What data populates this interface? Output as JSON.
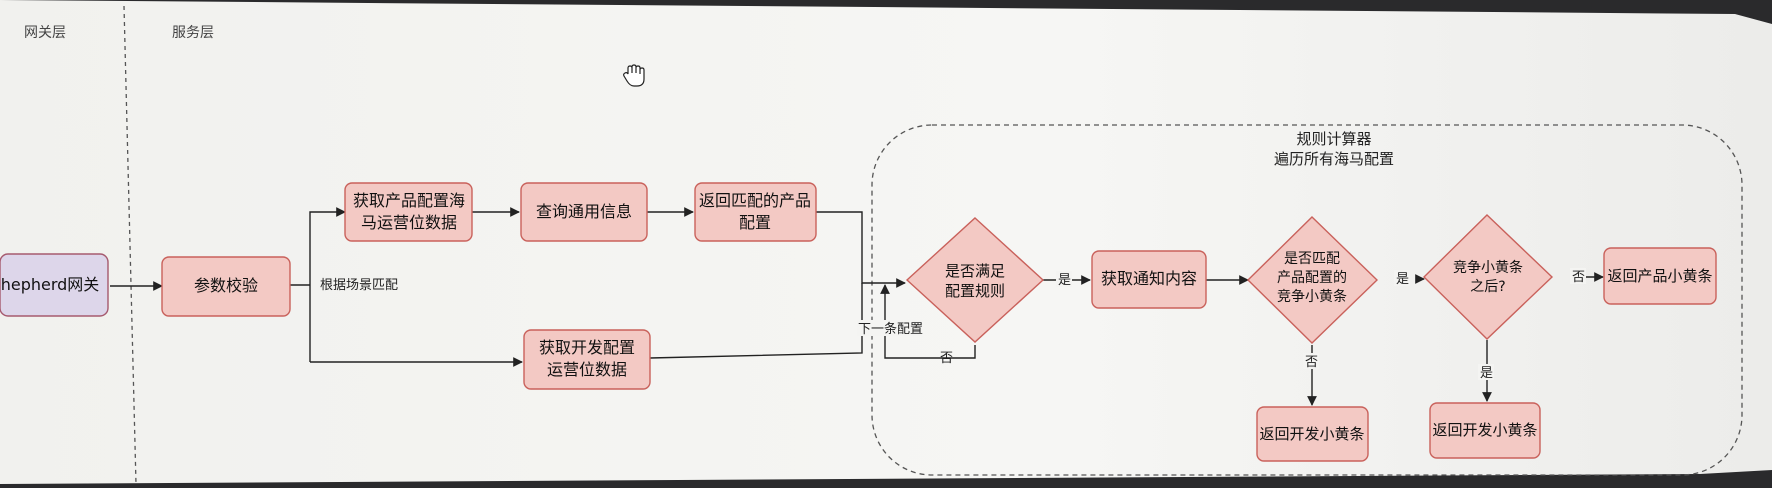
{
  "lanes": {
    "gateway": "网关层",
    "service": "服务层"
  },
  "group": {
    "title_line1": "规则计算器",
    "title_line2": "遍历所有海马配置"
  },
  "nodes": {
    "shepherd": "hepherd网关",
    "param_check": "参数校验",
    "get_product_line1": "获取产品配置海",
    "get_product_line2": "马运营位数据",
    "query_common": "查询通用信息",
    "return_match_line1": "返回匹配的产品",
    "return_match_line2": "配置",
    "get_dev_line1": "获取开发配置",
    "get_dev_line2": "运营位数据",
    "match_rule_line1": "是否满足",
    "match_rule_line2": "配置规则",
    "get_notify": "获取通知内容",
    "match_bar_line1": "是否匹配",
    "match_bar_line2": "产品配置的",
    "match_bar_line3": "竞争小黄条",
    "after_compete_line1": "竞争小黄条",
    "after_compete_line2": "之后?",
    "return_product_bar": "返回产品小黄条",
    "return_dev_bar_1": "返回开发小黄条",
    "return_dev_bar_2": "返回开发小黄条"
  },
  "edges": {
    "by_scene": "根据场景匹配",
    "next_config": "下一条配置",
    "no_1": "否",
    "yes_1": "是",
    "yes_2": "是",
    "no_2": "否",
    "no_3": "否",
    "yes_3": "是"
  },
  "colors": {
    "node_fill": "#f3c9c4",
    "node_stroke": "#c9615b",
    "gateway_fill": "#ddd6ea",
    "gateway_stroke": "#a65a6e",
    "screen_bg": "#f4f4f2",
    "edge": "#222222"
  }
}
